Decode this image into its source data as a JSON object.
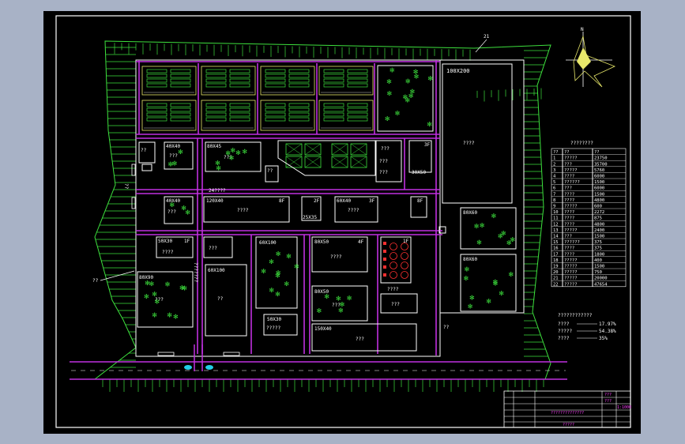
{
  "north_label": "N",
  "top_note": "21",
  "labels": {
    "b100x200": "100X200",
    "b100x200_name": "????",
    "b40x40_a": "40X40",
    "b40x40_a_name": "???",
    "b80x45": "80X45",
    "b80x45_name": "???",
    "b3f_top": "3F",
    "b30x50": "30X50",
    "b_q1": "???",
    "b_q2": "???",
    "b_q3": "???",
    "b_small": "??",
    "road_name": "24????",
    "b40x40_b": "40X40",
    "b40x40_b_name": "???",
    "b120x40": "120X40",
    "b120x40_floor": "8F",
    "b120x40_name": "????",
    "b25x35": "25X35",
    "b2f": "2F",
    "b60x40": "60X40",
    "b60x40_floor": "3F",
    "b60x40_name": "????",
    "b8f": "8F",
    "b80x60_a": "80X60",
    "b80x60_b": "80X60",
    "b50x30_a": "50X30",
    "b50x30_a_floor": "1F",
    "b50x30_a_name": "????",
    "b60x100_a": "60X100",
    "b60x100_b": "60X100",
    "b60x100_b_name": "??",
    "b80x50_a": "80X50",
    "b80x50_a_floor": "4F",
    "b80x50_a_name": "????",
    "b1f_red": "1F",
    "b1f_red_name": "????",
    "b80x50_b": "80X50",
    "b80x50_b_name": "???",
    "b80x90": "80X90",
    "b80x90_name": "???",
    "b_gate": "???",
    "b50x30_b": "50X30",
    "b50x30_b_name": "?????",
    "b150x40": "150X40",
    "b150x40_name": "???",
    "b_door": "??",
    "b_left": "??",
    "b_road": "???",
    "b_right": "??",
    "b_tiny": "???",
    "b_tiny2": "??"
  },
  "table": {
    "title": "????????",
    "headers": [
      "??",
      "??",
      "??"
    ],
    "rows": [
      [
        "1",
        "?????",
        "23750"
      ],
      [
        "2",
        "???",
        "35700"
      ],
      [
        "3",
        "?????",
        "5760"
      ],
      [
        "4",
        "????",
        "6000"
      ],
      [
        "5",
        "??????",
        "1500"
      ],
      [
        "6",
        "???",
        "6000"
      ],
      [
        "7",
        "????",
        "1500"
      ],
      [
        "8",
        "????",
        "4800"
      ],
      [
        "9",
        "?????",
        "600"
      ],
      [
        "10",
        "????",
        "2272"
      ],
      [
        "11",
        "????",
        "875"
      ],
      [
        "12",
        "????",
        "4800"
      ],
      [
        "13",
        "?????",
        "2400"
      ],
      [
        "14",
        "???",
        "1500"
      ],
      [
        "15",
        "??????",
        "375"
      ],
      [
        "16",
        "????",
        "375"
      ],
      [
        "17",
        "????",
        "1800"
      ],
      [
        "18",
        "?????",
        "400"
      ],
      [
        "19",
        "?????",
        "1500"
      ],
      [
        "20",
        "?????",
        "750"
      ],
      [
        "21",
        "?????",
        "20000"
      ],
      [
        "22",
        "?????",
        "47654"
      ]
    ]
  },
  "stats": {
    "title": "????????????",
    "rows": [
      {
        "label": "????",
        "value": "17.97%"
      },
      {
        "label": "?????",
        "value": "54.38%"
      },
      {
        "label": "????",
        "value": "35%"
      }
    ]
  },
  "title_block": {
    "name": "??????????????",
    "sub": "?????",
    "c1": "???",
    "c2": "???",
    "c3": "1:1000"
  },
  "gate_label": "??",
  "side_label": "???????"
}
